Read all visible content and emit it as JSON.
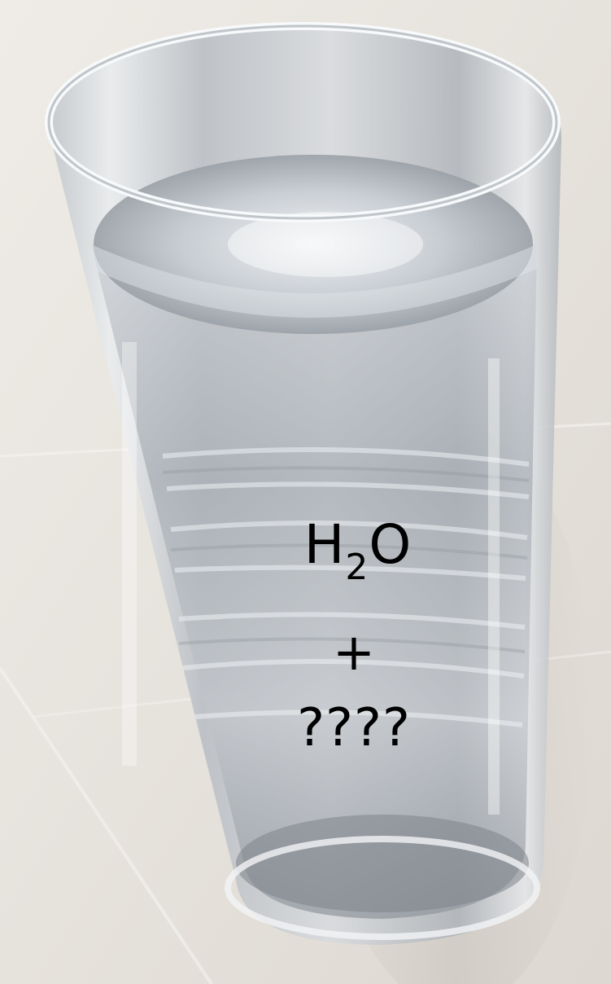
{
  "overlay": {
    "formula_main": "H",
    "formula_subscript": "2",
    "formula_tail": "O",
    "plus": "+",
    "question": "????"
  },
  "colors": {
    "background": "#e9e5df",
    "text": "#000000"
  }
}
